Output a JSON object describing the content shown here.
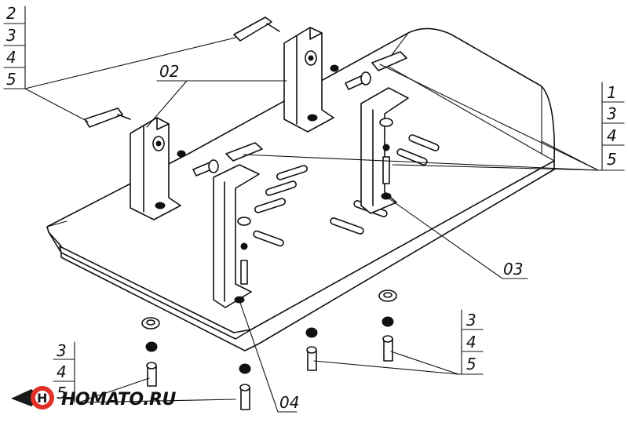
{
  "callouts": {
    "top_left": [
      "2",
      "3",
      "4",
      "5"
    ],
    "right": [
      "1",
      "3",
      "4",
      "5"
    ],
    "bottom_right": [
      "3",
      "4",
      "5"
    ],
    "bottom_left": [
      "3",
      "4",
      "5"
    ],
    "part_02": "02",
    "part_03": "03",
    "part_04": "04"
  },
  "logo": {
    "text": "HOMATO.RU",
    "colors": {
      "red": "#e03028",
      "dark": "#1a1a1a"
    }
  }
}
